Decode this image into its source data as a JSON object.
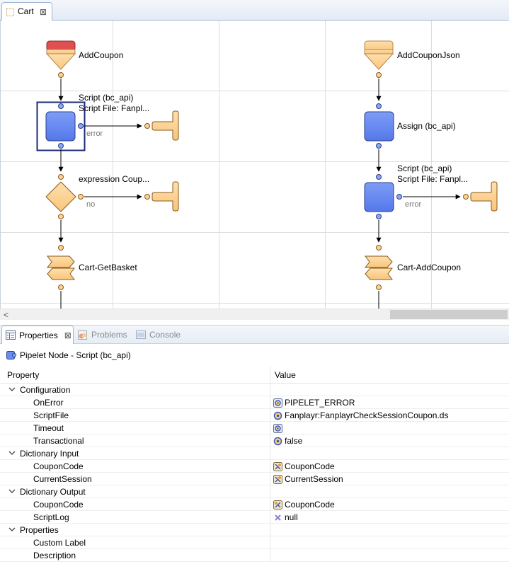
{
  "editor": {
    "tab": {
      "label": "Cart",
      "close": "⊠"
    }
  },
  "diagram": {
    "left": {
      "start_label": "AddCoupon",
      "script_label_1": "Script (bc_api)",
      "script_label_2": "Script File: Fanpl...",
      "script_error": "error",
      "decision_label": "expression Coup...",
      "decision_no": "no",
      "call_label": "Cart-GetBasket"
    },
    "right": {
      "start_label": "AddCouponJson",
      "assign_label": "Assign (bc_api)",
      "script_label_1": "Script (bc_api)",
      "script_label_2": "Script File: Fanpl...",
      "script_error": "error",
      "call_label": "Cart-AddCoupon"
    },
    "colors": {
      "pipelet_fill": "#6b8cf2",
      "decision_fill": "#fcd296",
      "start_fill_active": "#e05050",
      "grid_line": "#dddddd"
    }
  },
  "views": {
    "tabs": [
      {
        "label": "Properties",
        "close": "⊠",
        "icon": "properties-icon",
        "active": true
      },
      {
        "label": "Problems",
        "icon": "problems-icon",
        "active": false
      },
      {
        "label": "Console",
        "icon": "console-icon",
        "active": false
      }
    ]
  },
  "properties": {
    "title": "Pipelet Node - Script (bc_api)",
    "columns": {
      "property": "Property",
      "value": "Value"
    },
    "groups": [
      {
        "name": "Configuration",
        "rows": [
          {
            "name": "OnError",
            "value": "PIPELET_ERROR",
            "icon": "config-icon"
          },
          {
            "name": "ScriptFile",
            "value": "Fanplayr:FanplayrCheckSessionCoupon.ds",
            "icon": "config-icon"
          },
          {
            "name": "Timeout",
            "value": "",
            "icon": "config-icon"
          },
          {
            "name": "Transactional",
            "value": "false",
            "icon": "config-icon"
          }
        ]
      },
      {
        "name": "Dictionary Input",
        "rows": [
          {
            "name": "CouponCode",
            "value": "CouponCode",
            "icon": "dictionary-in-icon"
          },
          {
            "name": "CurrentSession",
            "value": "CurrentSession",
            "icon": "dictionary-in-icon"
          }
        ]
      },
      {
        "name": "Dictionary Output",
        "rows": [
          {
            "name": "CouponCode",
            "value": "CouponCode",
            "icon": "dictionary-out-icon"
          },
          {
            "name": "ScriptLog",
            "value": "null",
            "icon": "null-icon"
          }
        ]
      },
      {
        "name": "Properties",
        "rows": [
          {
            "name": "Custom Label",
            "value": "",
            "icon": ""
          },
          {
            "name": "Description",
            "value": "",
            "icon": ""
          }
        ]
      }
    ]
  }
}
